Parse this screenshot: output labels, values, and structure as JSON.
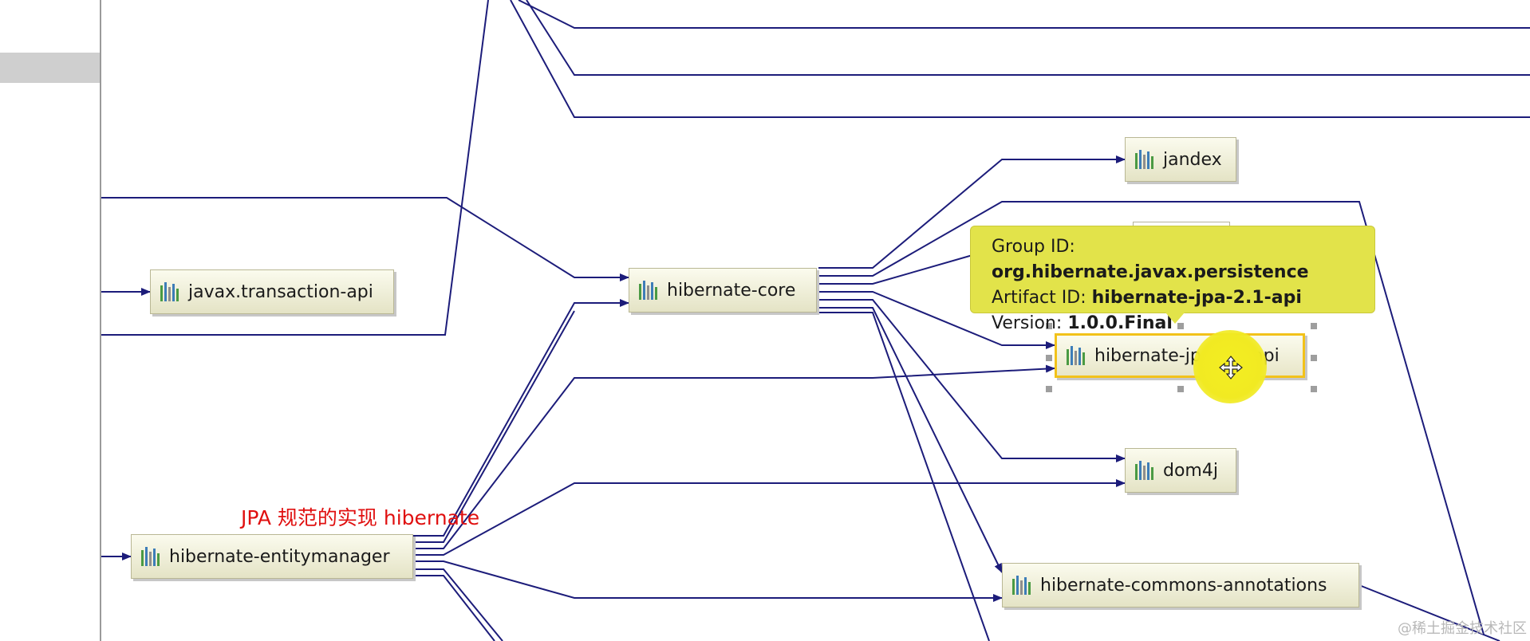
{
  "nodes": {
    "jandex": "jandex",
    "javax_transaction_api": "javax.transaction-api",
    "hibernate_core": "hibernate-core",
    "hibernate_jpa_api": "hibernate-jpa-2.1-api",
    "dom4j": "dom4j",
    "hibernate_entitymanager": "hibernate-entitymanager",
    "hibernate_commons_annotations": "hibernate-commons-annotations"
  },
  "tooltip": {
    "group_label": "Group ID: ",
    "group_value": "org.hibernate.javax.persistence",
    "artifact_label": "Artifact ID: ",
    "artifact_value": "hibernate-jpa-2.1-api",
    "version_label": "Version: ",
    "version_value": "1.0.0.Final"
  },
  "annotation": "JPA 规范的实现 hibernate",
  "watermark": "@稀土掘金技术社区",
  "colors": {
    "edge": "#1c1c7a",
    "annotation": "#e01010",
    "tooltip_bg": "#e2e34a",
    "selection": "#f2c21a"
  },
  "icons": {
    "library": "library-bars-icon",
    "cursor": "move-cursor-icon"
  }
}
